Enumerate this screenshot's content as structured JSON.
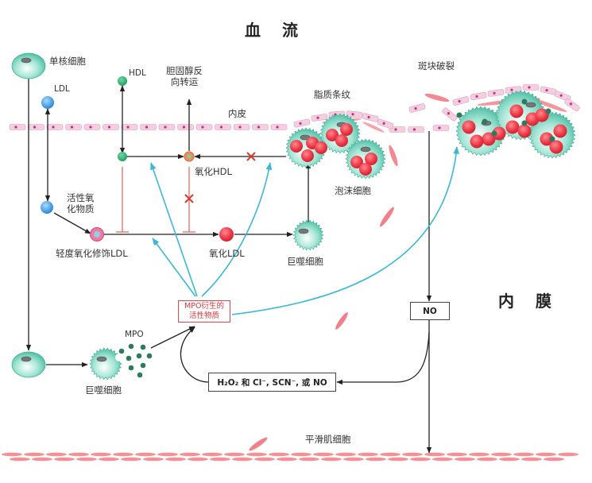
{
  "titles": {
    "blood_flow": "血 流",
    "intima": "内 膜"
  },
  "labels": {
    "monocyte": "单核细胞",
    "ldl": "LDL",
    "hdl": "HDL",
    "reverse_cholesterol_transport": [
      "胆固醇反",
      "向转运"
    ],
    "endothelium": "内皮",
    "fatty_streak": "脂质条纹",
    "plaque_rupture": "斑块破裂",
    "oxidized_hdl": "氧化HDL",
    "reactive_oxygen_species": [
      "活性氧",
      "化物质"
    ],
    "mildly_oxidized_ldl": "轻度氧化修饰LDL",
    "oxidized_ldl": "氧化LDL",
    "macrophage_top": "巨噬细胞",
    "foam_cells": "泡沫细胞",
    "mpo": "MPO",
    "macrophage_bottom": "巨噬细胞",
    "smooth_muscle_cells": "平滑肌细胞"
  },
  "boxes": {
    "mpo_derived": [
      "MPO衍生的",
      "活性物质"
    ],
    "no": "NO",
    "substrates": "H₂O₂  和  Cl⁻, SCN⁻, 或 NO"
  },
  "colors": {
    "inhibit_line": "#e8766f",
    "block_mark": "#e03a2e",
    "mpo_arrow": "#3bb8d8",
    "mpo_box_border": "#e0464c",
    "endothelium": "#f4c6dc",
    "smooth_muscle": "#f26b73",
    "lipid_droplet": "#e8283a",
    "cell_body": "#7fd6c0"
  }
}
